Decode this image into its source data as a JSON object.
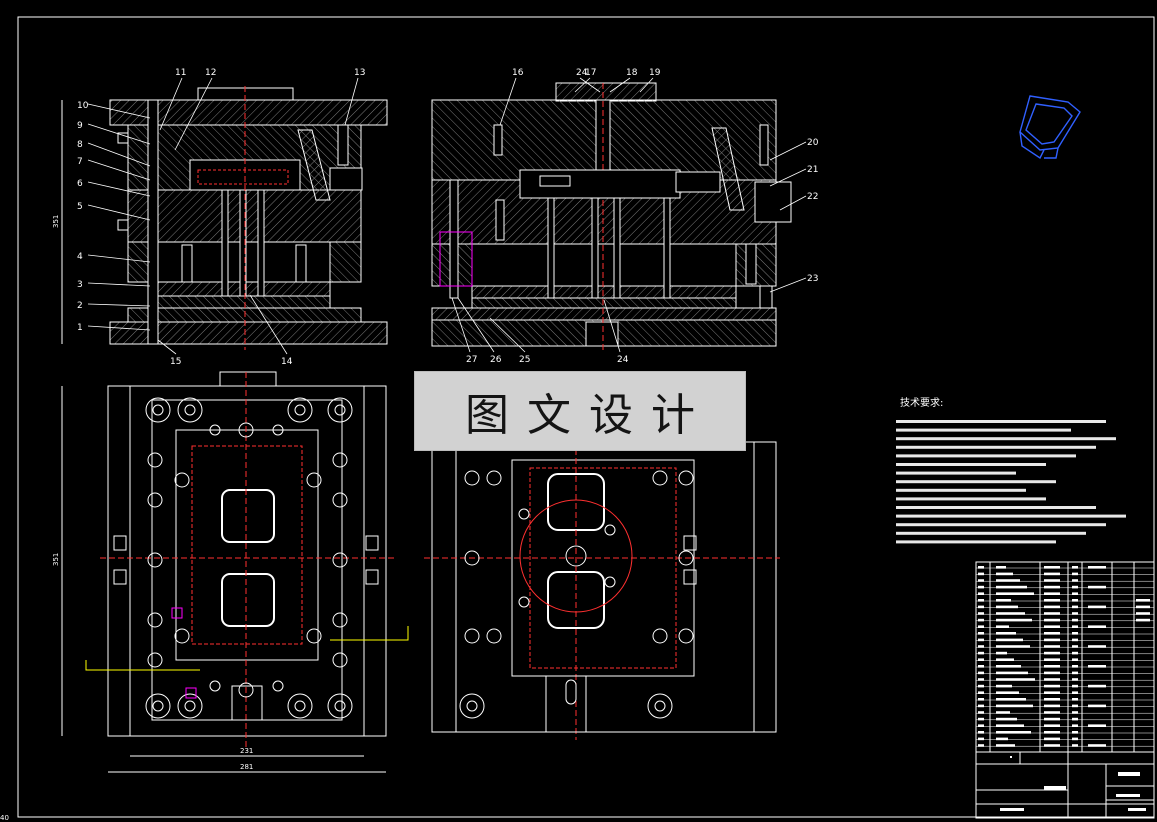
{
  "part_labels": [
    "1",
    "2",
    "3",
    "4",
    "5",
    "6",
    "7",
    "8",
    "9",
    "10",
    "11",
    "12",
    "13",
    "14",
    "15",
    "16",
    "17",
    "18",
    "19",
    "20",
    "21",
    "22",
    "23",
    "24",
    "24",
    "25",
    "26",
    "27"
  ],
  "dimensions": {
    "left_height": "351",
    "plan_height": "351",
    "plan_width_inner": "231",
    "plan_width_outer": "281"
  },
  "tech_requirements": {
    "title": "技术要求:"
  },
  "watermark": "图文设计",
  "corner_mark": "40",
  "colors": {
    "background": "#000000",
    "lines": "#ffffff",
    "centerline": "#ff3030",
    "yellow": "#ffff00",
    "magenta": "#ff00ff",
    "cyan": "#00ffff",
    "blue": "#3060ff",
    "hatch": "#8a8a8a"
  }
}
